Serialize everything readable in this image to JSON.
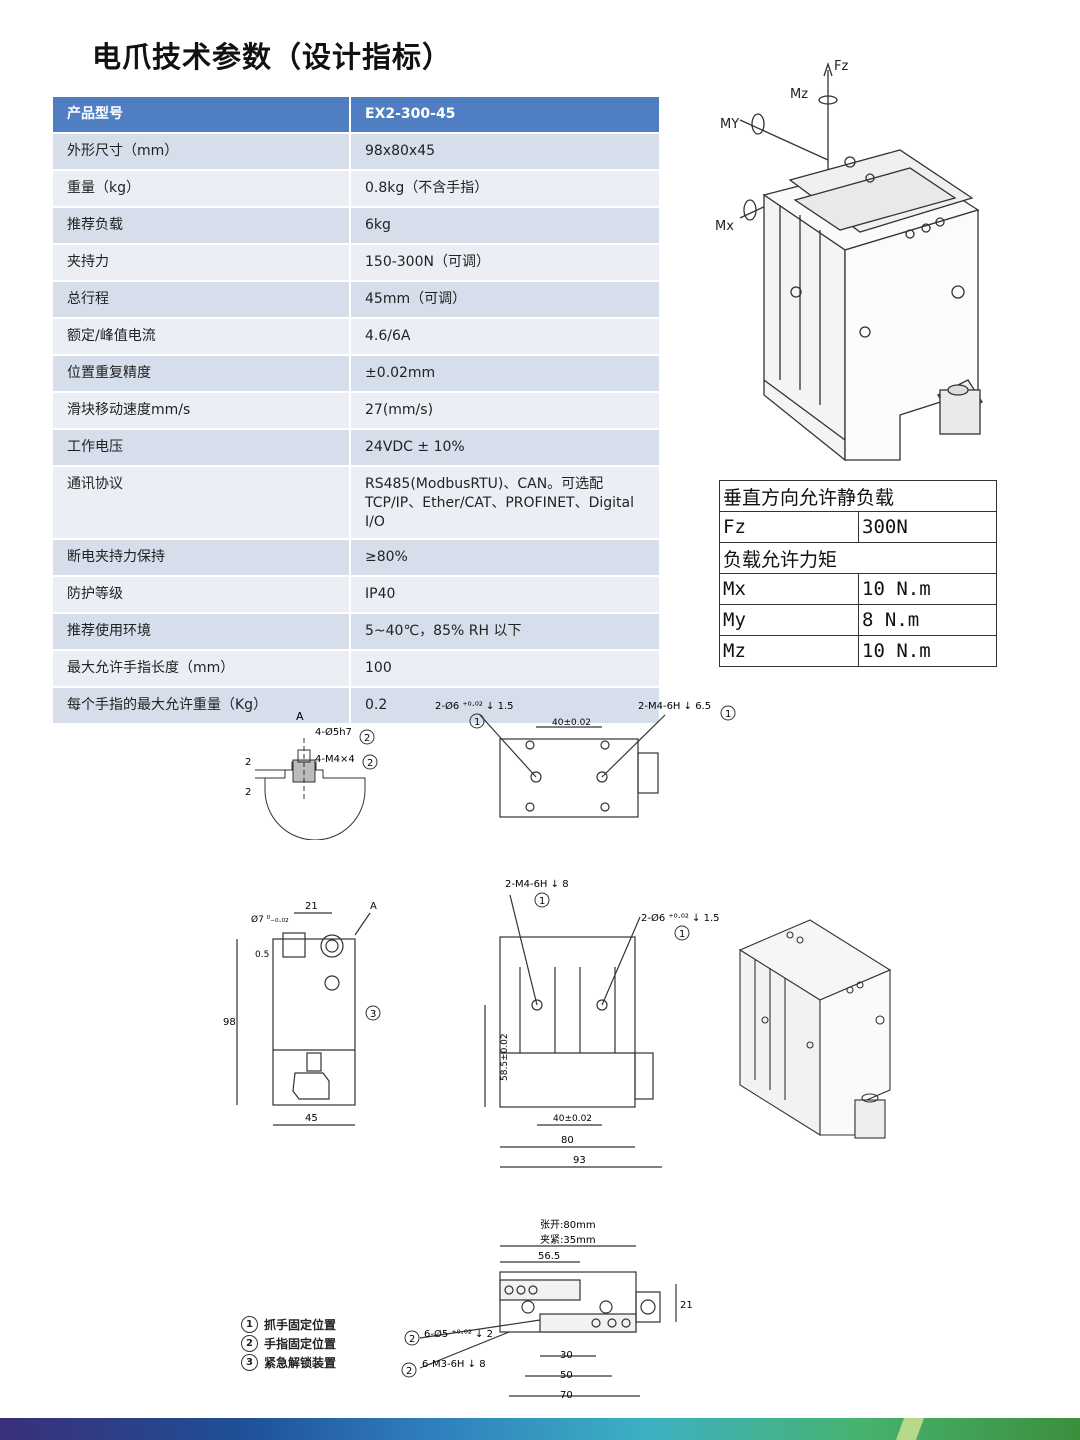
{
  "title": "电爪技术参数（设计指标）",
  "spec_table": {
    "header": {
      "key": "产品型号",
      "value": "EX2-300-45"
    },
    "rows": [
      {
        "key": "外形尺寸（mm）",
        "value": "98x80x45"
      },
      {
        "key": "重量（kg）",
        "value": "0.8kg（不含手指）"
      },
      {
        "key": "推荐负载",
        "value": "6kg"
      },
      {
        "key": "夹持力",
        "value": "150-300N（可调）"
      },
      {
        "key": "总行程",
        "value": "45mm（可调）"
      },
      {
        "key": "额定/峰值电流",
        "value": "4.6/6A"
      },
      {
        "key": "位置重复精度",
        "value": "±0.02mm"
      },
      {
        "key": "滑块移动速度mm/s",
        "value": "27(mm/s)"
      },
      {
        "key": "工作电压",
        "value": "24VDC ± 10%"
      },
      {
        "key": "通讯协议",
        "value": "RS485(ModbusRTU)、CAN。可选配 TCP/IP、Ether/CAT、PROFINET、Digital I/O"
      },
      {
        "key": "断电夹持力保持",
        "value": "≥80%"
      },
      {
        "key": "防护等级",
        "value": "IP40"
      },
      {
        "key": "推荐使用环境",
        "value": "5~40℃，85% RH 以下"
      },
      {
        "key": "最大允许手指长度（mm）",
        "value": "100"
      },
      {
        "key": "每个手指的最大允许重量（Kg）",
        "value": "0.2"
      }
    ]
  },
  "load_table": {
    "static_title": "垂直方向允许静负载",
    "fz_label": "Fz",
    "fz_value": "300N",
    "moment_title": "负载允许力矩",
    "mx_label": "Mx",
    "mx_value": "10 N.m",
    "my_label": "My",
    "my_value": "8  N.m",
    "mz_label": "Mz",
    "mz_value": "10 N.m"
  },
  "axes_labels": {
    "fz": "Fz",
    "mz": "Mz",
    "my": "MY",
    "mx": "Mx"
  },
  "dims": {
    "top_left1": "2-Ø6 ⁺⁰·⁰² ↓ 1.5",
    "top_right1": "2-M4-6H ↓ 6.5",
    "top_pitch": "40±0.02",
    "a_label": "A",
    "a_hole1": "4-Ø5h7",
    "a_hole2": "4-M4×4",
    "a_dim1": "2",
    "a_dim2": "2",
    "side_top": "21",
    "side_hole": "Ø7 ⁰₋₀.₀₂",
    "side_a": "A",
    "side_05": "0.5",
    "side_98": "98",
    "side_45": "45",
    "front_m4": "2-M4-6H ↓ 8",
    "front_phi6": "2-Ø6 ⁺⁰·⁰² ↓ 1.5",
    "front_585": "58.5±0.02",
    "front_40": "40±0.02",
    "front_80": "80",
    "front_93": "93",
    "bot_open": "张开:80mm",
    "bot_close": "夹紧:35mm",
    "bot_565": "56.5",
    "bot_21": "21",
    "bot_phi5": "6-Ø5 ⁺⁰·⁰² ↓ 2",
    "bot_m3": "6-M3-6H ↓ 8",
    "bot_30": "30",
    "bot_50": "50",
    "bot_70": "70",
    "c1": "1",
    "c2": "2",
    "c3": "3"
  },
  "legend": [
    {
      "num": "1",
      "label": "抓手固定位置"
    },
    {
      "num": "2",
      "label": "手指固定位置"
    },
    {
      "num": "3",
      "label": "紧急解锁装置"
    }
  ]
}
